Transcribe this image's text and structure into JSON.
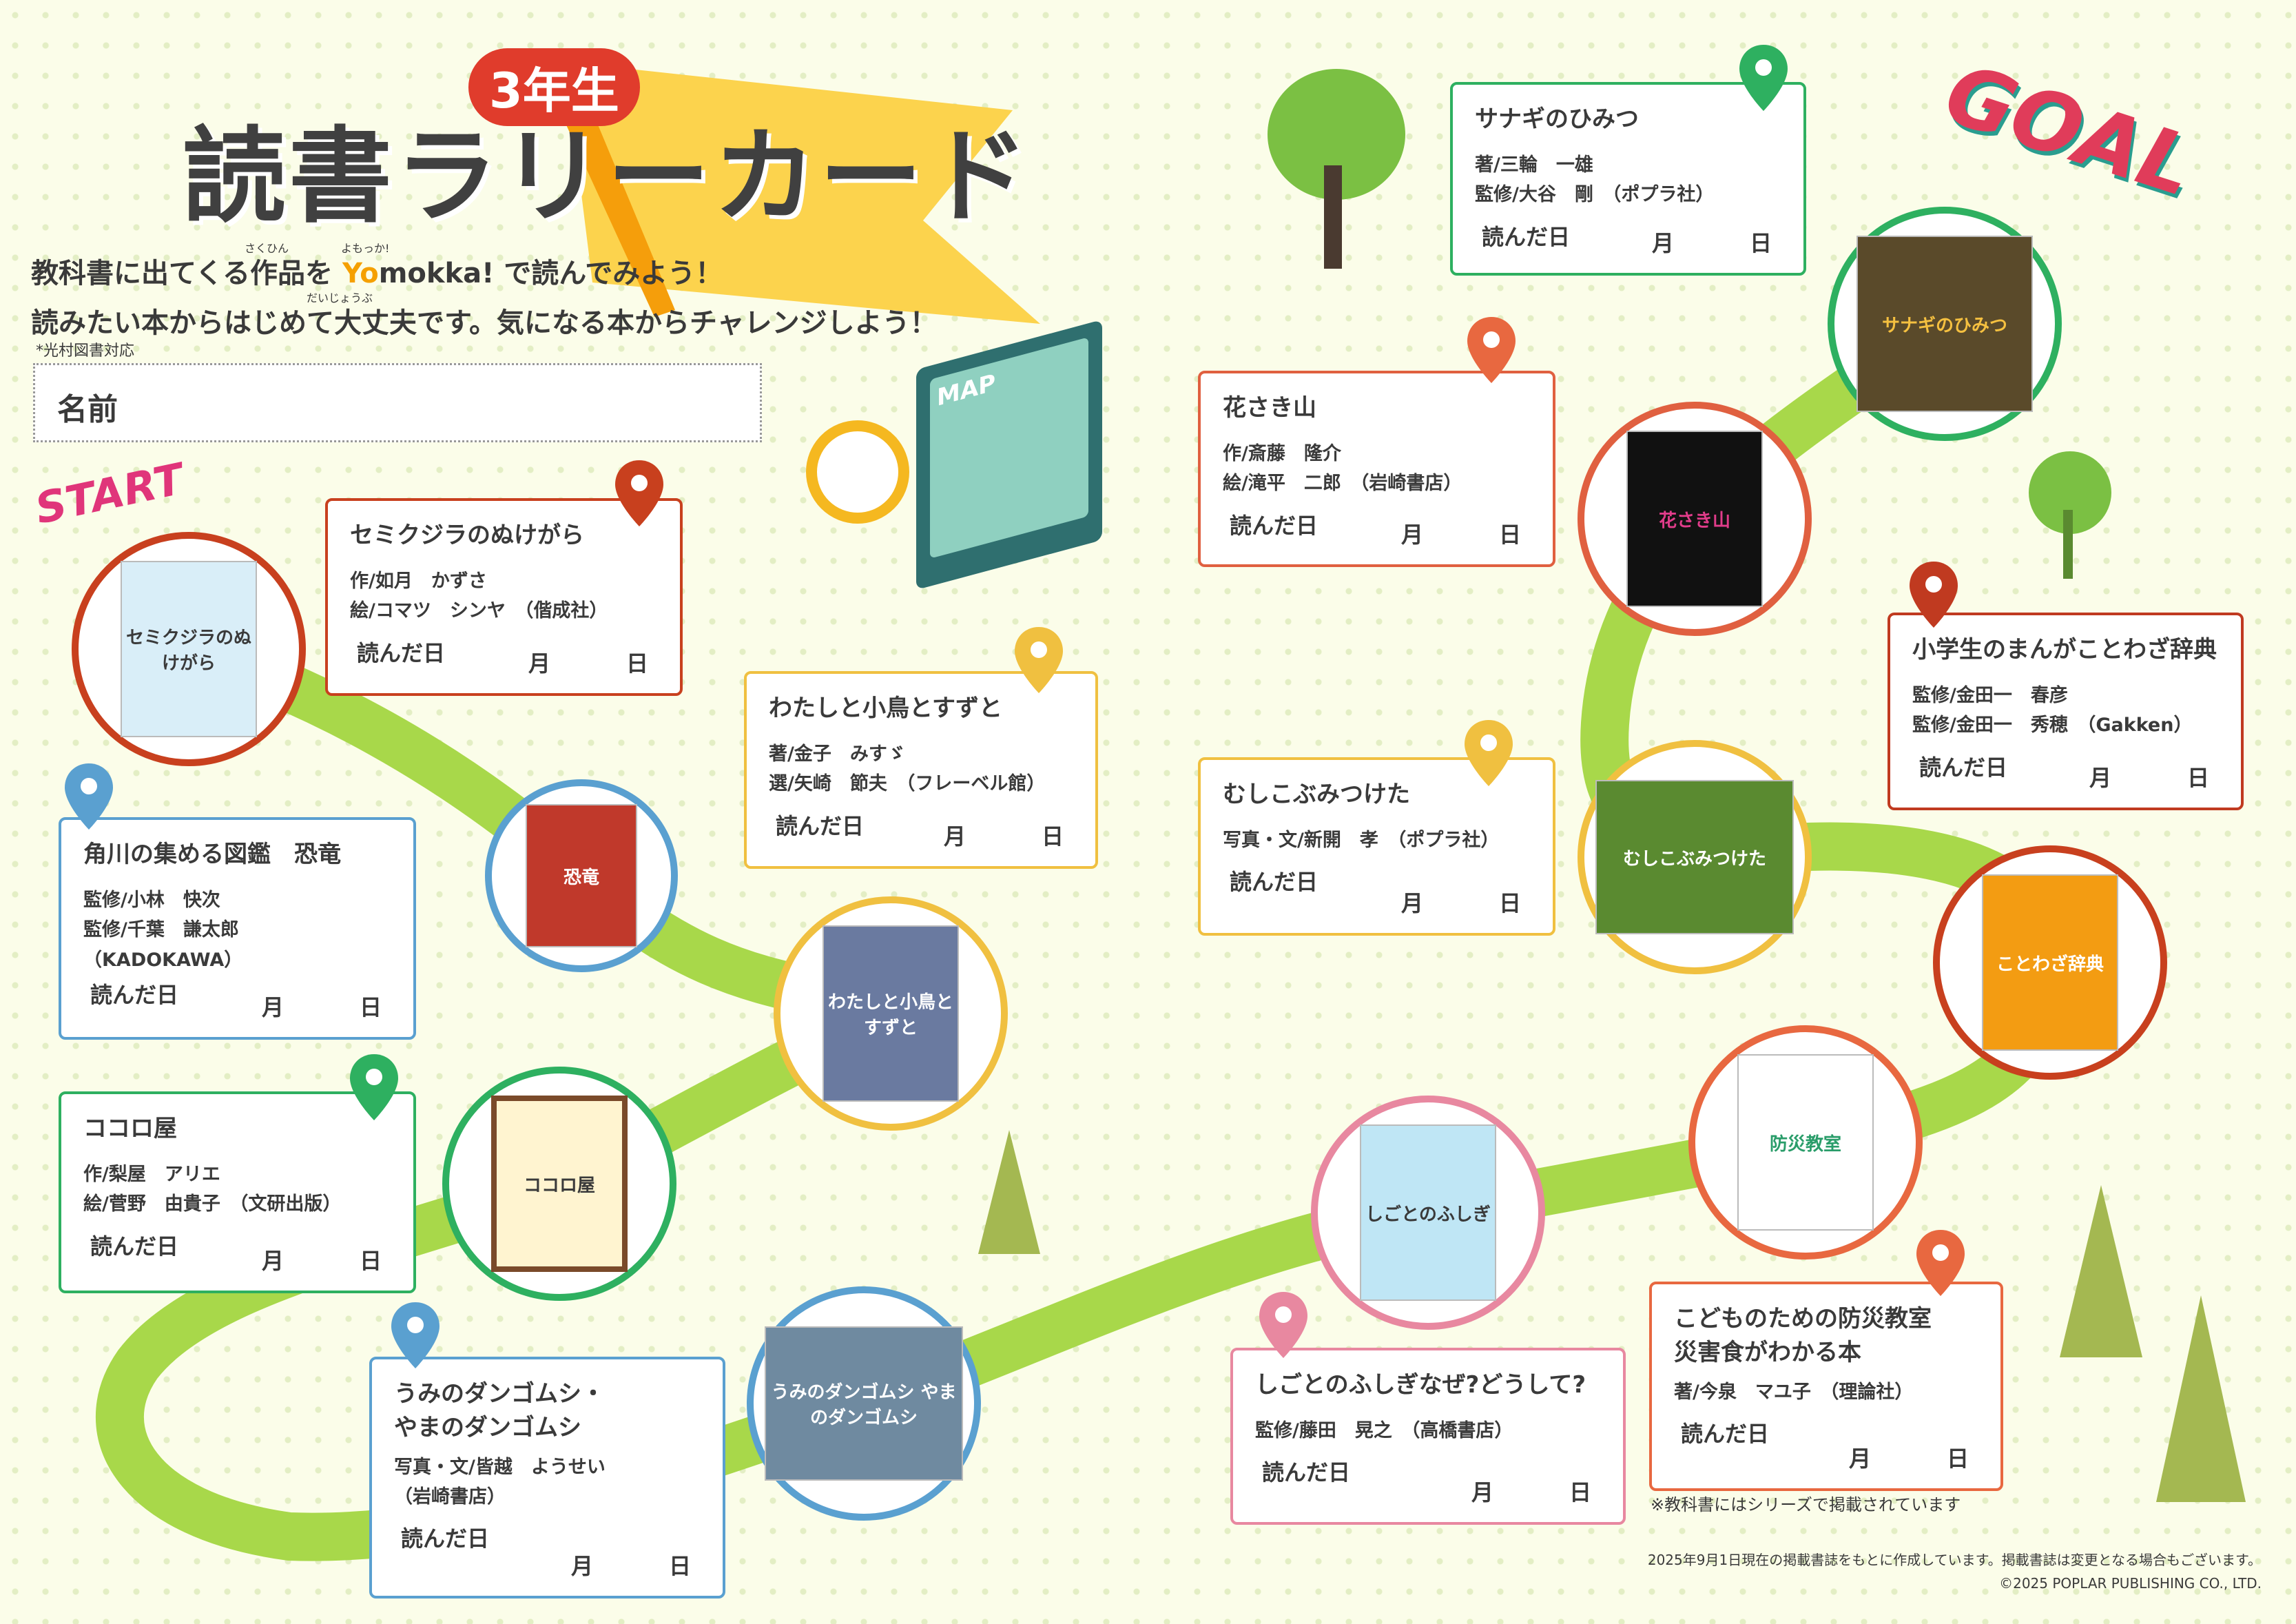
{
  "header": {
    "grade": "3年生",
    "title": "読書ラリーカード",
    "intro1_a": "教科書に出てくる作品を",
    "intro1_brand_yo": "Yo",
    "intro1_brand_rest": "mokka!",
    "intro1_b": "で読んでみよう！",
    "intro2": "読みたい本からはじめて大丈夫です。気になる本からチャレンジしよう！",
    "ruby_sakuhin": "さくひん",
    "ruby_yomokka": "よもっか!",
    "ruby_daijoubu": "だいじょうぶ",
    "note": "*光村図書対応",
    "name_label": "名前",
    "start": "START",
    "goal": "GOAL",
    "map": "MAP"
  },
  "read_label": "読んだ日",
  "month": "月",
  "day": "日",
  "cards": [
    {
      "title": "セミクジラのぬけがら",
      "credits": [
        "作/如月　かずさ",
        "絵/コマツ　シンヤ　（偕成社）"
      ],
      "color": "#c8401e"
    },
    {
      "title": "わたしと小鳥とすずと",
      "credits": [
        "著/金子　みすゞ",
        "選/矢崎　節夫　（フレーベル館）"
      ],
      "color": "#f0c040"
    },
    {
      "title": "角川の集める図鑑　恐竜",
      "credits": [
        "監修/小林　快次",
        "監修/千葉　謙太郎",
        "（KADOKAWA）"
      ],
      "color": "#5aa0d0"
    },
    {
      "title": "ココロ屋",
      "credits": [
        "作/梨屋　アリエ",
        "絵/菅野　由貴子　（文研出版）"
      ],
      "color": "#2eb060"
    },
    {
      "title": "うみのダンゴムシ・",
      "title2": "やまのダンゴムシ",
      "credits": [
        "写真・文/皆越　ようせい",
        "（岩崎書店）"
      ],
      "color": "#5aa0d0"
    },
    {
      "title": "花さき山",
      "credits": [
        "作/斎藤　隆介",
        "絵/滝平　二郎　（岩崎書店）"
      ],
      "color": "#e06040"
    },
    {
      "title": "むしこぶみつけた",
      "credits": [
        "写真・文/新開　孝　（ポプラ社）"
      ],
      "color": "#f0c040"
    },
    {
      "title": "サナギのひみつ",
      "credits": [
        "著/三輪　一雄",
        "監修/大谷　剛　（ポプラ社）"
      ],
      "color": "#2eb060"
    },
    {
      "title": "小学生のまんがことわざ辞典",
      "credits": [
        "監修/金田一　春彦",
        "監修/金田一　秀穂　（Gakken）"
      ],
      "color": "#c03a20"
    },
    {
      "title": "しごとのふしぎなぜ?どうして?",
      "credits": [
        "監修/藤田　晃之　（高橋書店）"
      ],
      "color": "#e888a0"
    },
    {
      "title": "こどものための防災教室",
      "title2": "災害食がわかる本",
      "credits": [
        "著/今泉　マユ子　（理論社）"
      ],
      "color": "#e86840"
    }
  ],
  "covers": [
    "セミクジラのぬけがら",
    "恐竜",
    "わたしと小鳥とすずと",
    "ココロ屋",
    "うみのダンゴムシ やまのダンゴムシ",
    "しごとのふしぎ",
    "防災教室",
    "ことわざ辞典",
    "むしこぶみつけた",
    "花さき山",
    "サナギのひみつ"
  ],
  "footer": {
    "series_note": "※教科書にはシリーズで掲載されています",
    "disclaimer": "2025年9月1日現在の掲載書誌をもとに作成しています。掲載書誌は変更となる場合もございます。",
    "copyright": "©2025 POPLAR PUBLISHING CO., LTD."
  }
}
